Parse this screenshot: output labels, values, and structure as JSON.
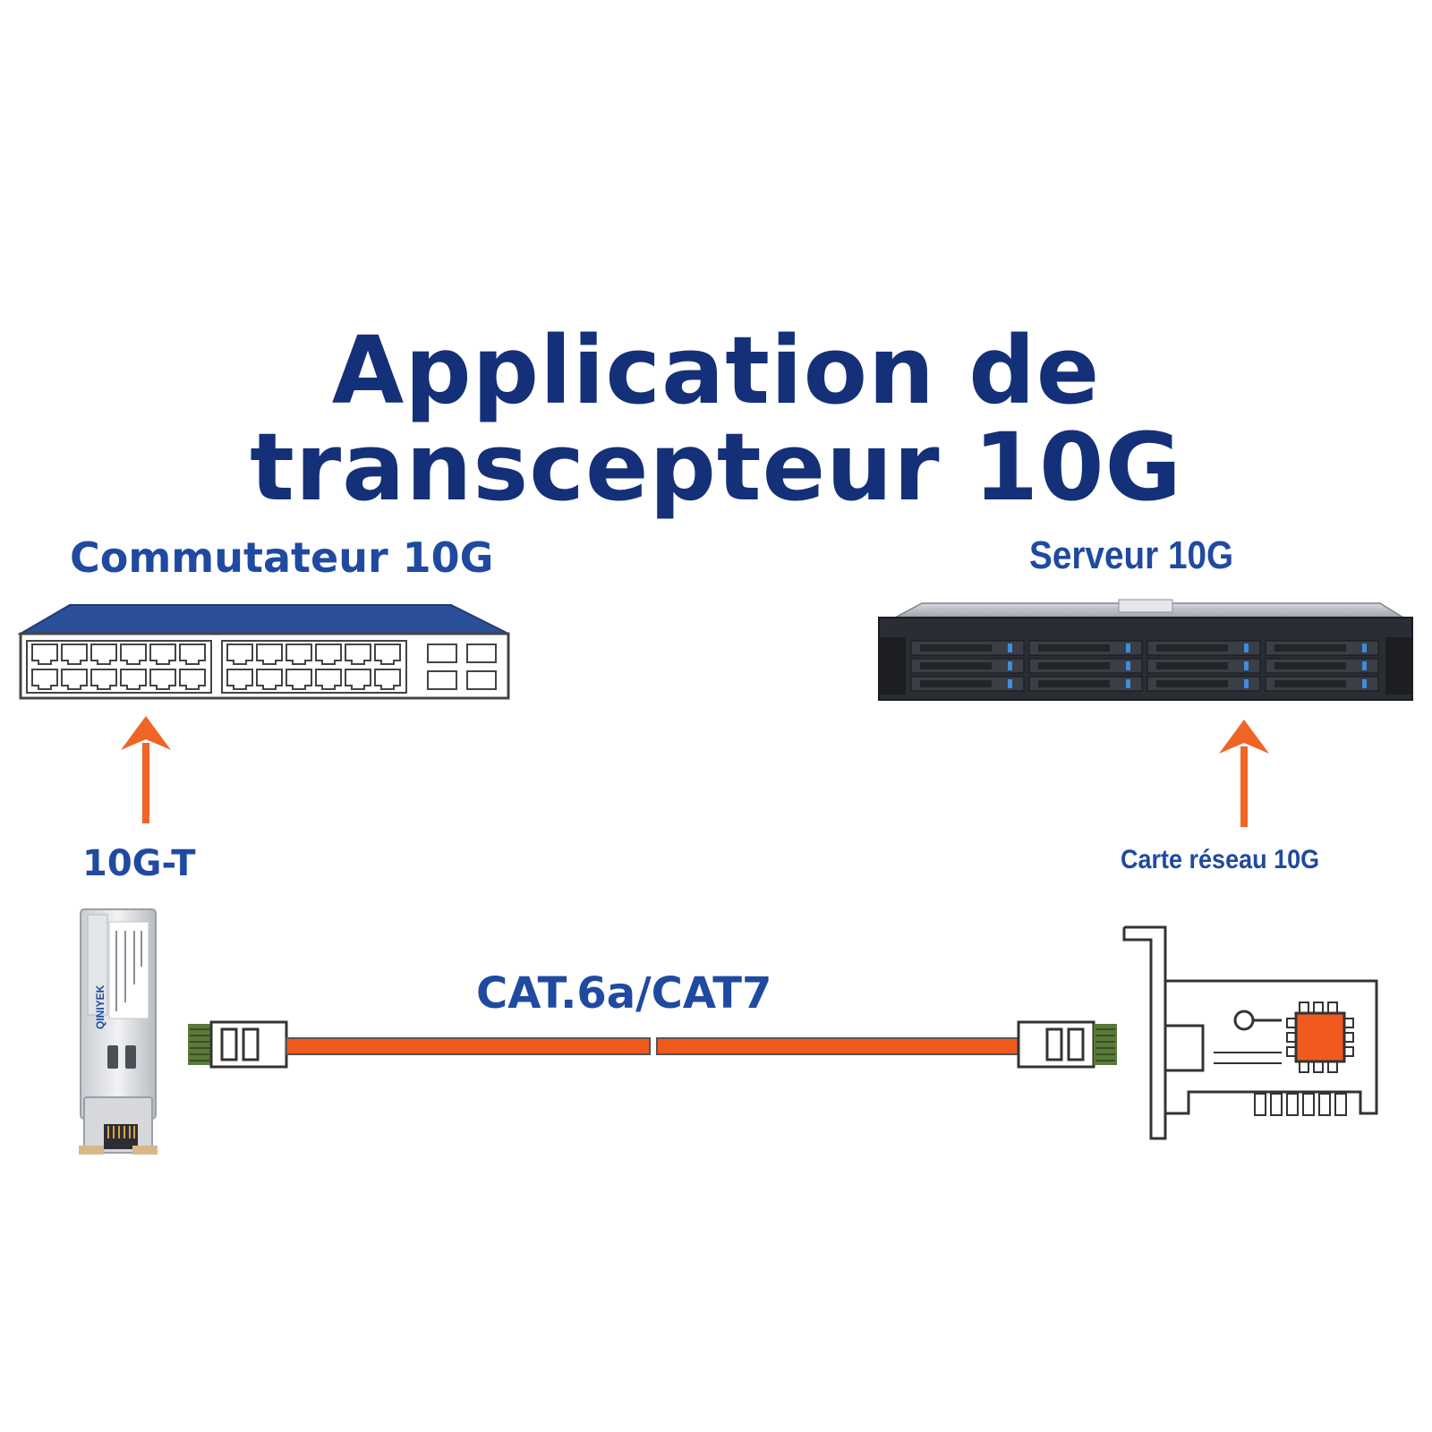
{
  "title": "Application de transcepteur 10G",
  "switch": {
    "label": "Commutateur 10G"
  },
  "server": {
    "label": "Serveur 10G"
  },
  "transceiver": {
    "label": "10G-T",
    "brand": "QINIYEK"
  },
  "cable": {
    "label": "CAT.6a/CAT7"
  },
  "nic": {
    "label": "Carte réseau 10G"
  },
  "colors": {
    "title": "#143078",
    "label": "#1f4aa0",
    "arrow": "#f06425",
    "cable": "#f05a1e",
    "switch_top": "#2b4f99",
    "chip": "#f05a1e"
  }
}
